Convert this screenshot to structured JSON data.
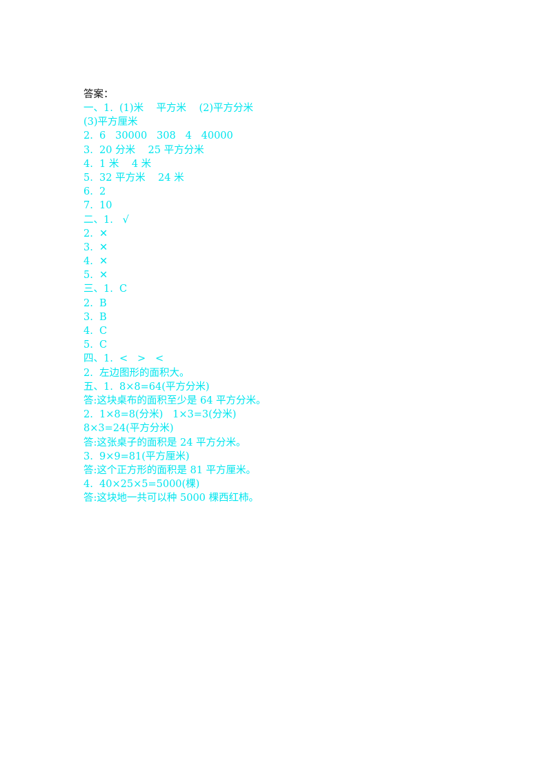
{
  "document": {
    "heading": "答案：",
    "lines": [
      "一、1.  (1)米    平方米    (2)平方分米",
      "(3)平方厘米",
      "2.  6   30000   308   4   40000",
      "3.  20 分米    25 平方分米",
      "4.  1 米    4 米",
      "5.  32 平方米    24 米",
      "6.  2",
      "7.  10",
      "二、1.   √",
      "2.  ✕",
      "3.  ✕",
      "4.  ✕",
      "5.  ✕",
      "三、1.  C",
      "2.  B",
      "3.  B",
      "4.  C",
      "5.  C",
      "四、1.  <   >   <",
      "2.  左边图形的面积大。",
      "五、1.  8×8=64(平方分米)",
      "答:这块桌布的面积至少是 64 平方分米。",
      "2.  1×8=8(分米)   1×3=3(分米)",
      "8×3=24(平方分米)",
      "答:这张桌子的面积是 24 平方分米。",
      "3.  9×9=81(平方厘米)",
      "答:这个正方形的面积是 81 平方厘米。",
      "4.  40×25×5=5000(棵)",
      "答:这块地一共可以种 5000 棵西红柿。"
    ]
  },
  "colors": {
    "heading": "#111111",
    "answer_text": "#00e5ee",
    "background": "#ffffff"
  }
}
